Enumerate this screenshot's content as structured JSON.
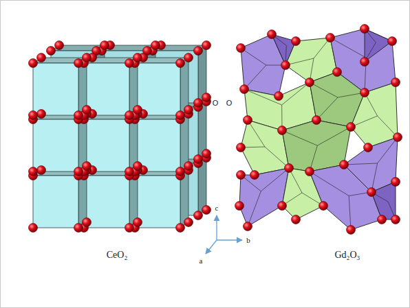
{
  "diagram": {
    "labels": [
      "O",
      "O",
      "c",
      "b",
      "a",
      "CeO₂",
      "Gd₂O₃"
    ]
  }
}
